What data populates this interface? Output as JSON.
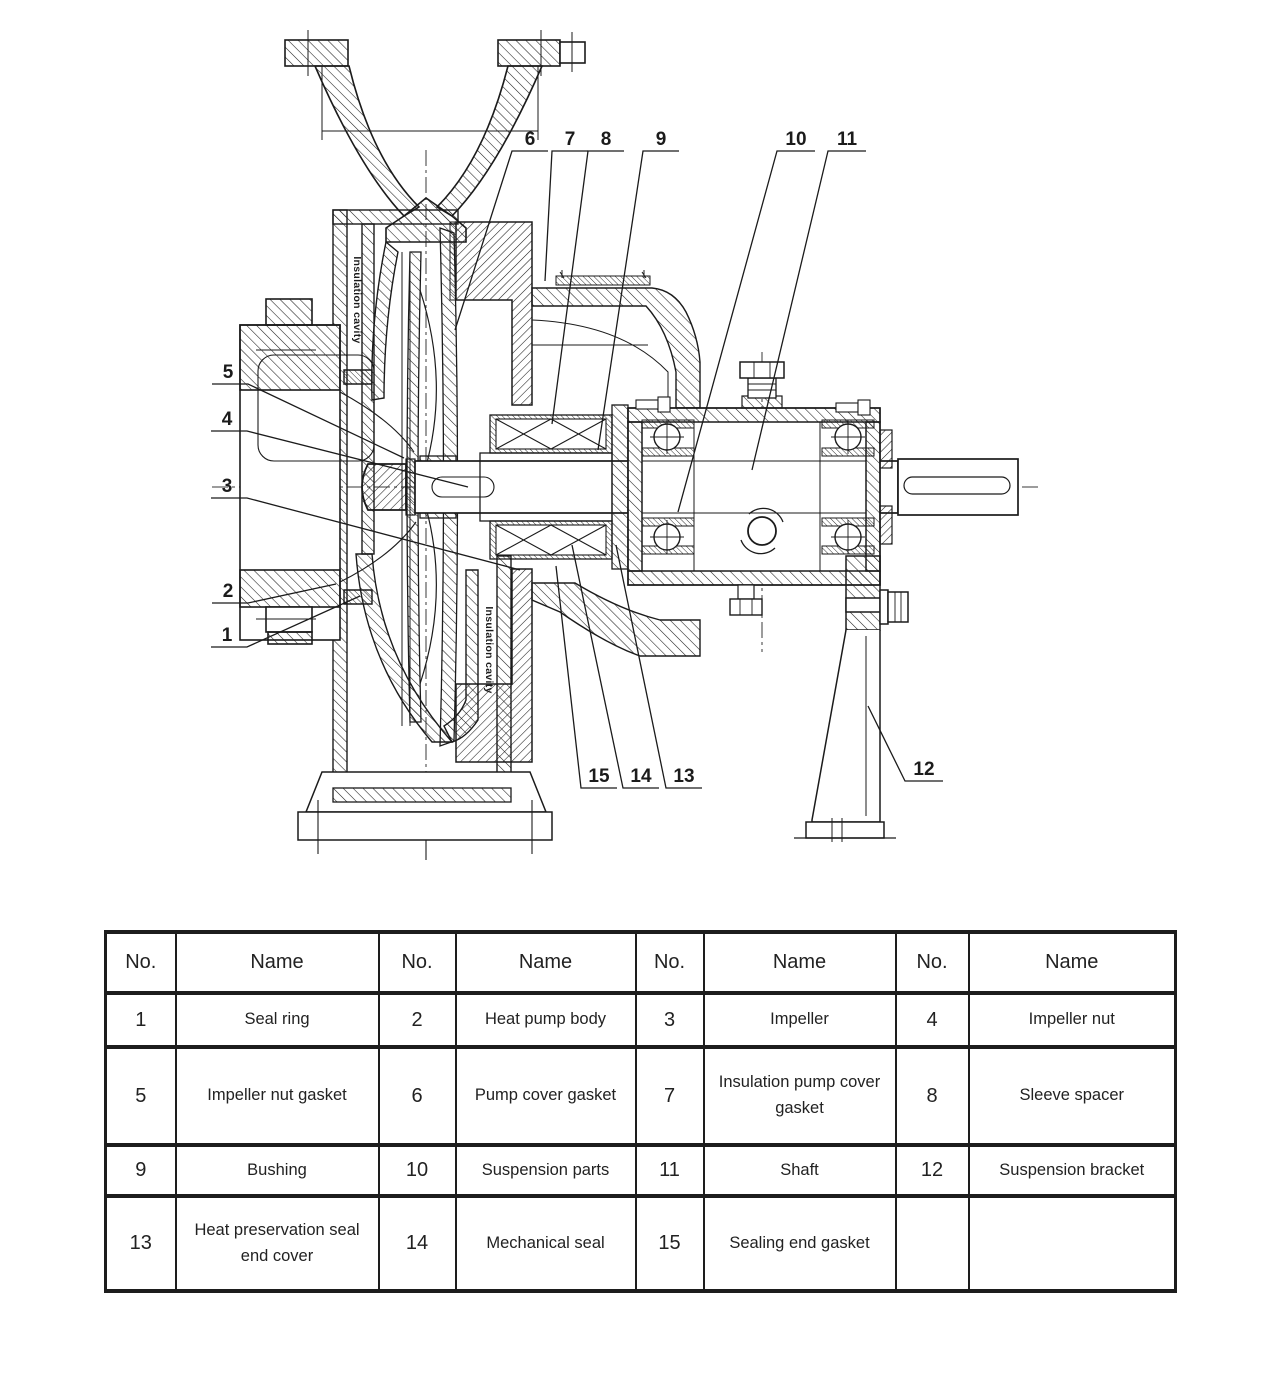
{
  "diagram": {
    "callouts": {
      "c1": "1",
      "c2": "2",
      "c3": "3",
      "c4": "4",
      "c5": "5",
      "c6": "6",
      "c7": "7",
      "c8": "8",
      "c9": "9",
      "c10": "10",
      "c11": "11",
      "c12": "12",
      "c13": "13",
      "c14": "14",
      "c15": "15"
    },
    "labels": {
      "insulation_upper": "Insulation cavity",
      "insulation_lower": "Insulation cavity"
    }
  },
  "table": {
    "headers": [
      "No.",
      "Name",
      "No.",
      "Name",
      "No.",
      "Name",
      "No.",
      "Name"
    ],
    "rows": [
      [
        "1",
        "Seal ring",
        "2",
        "Heat pump body",
        "3",
        "Impeller",
        "4",
        "Impeller nut"
      ],
      [
        "5",
        "Impeller nut gasket",
        "6",
        "Pump cover gasket",
        "7",
        "Insulation pump cover gasket",
        "8",
        "Sleeve spacer"
      ],
      [
        "9",
        "Bushing",
        "10",
        "Suspension parts",
        "11",
        "Shaft",
        "12",
        "Suspension bracket"
      ],
      [
        "13",
        "Heat preservation seal end cover",
        "14",
        "Mechanical seal",
        "15",
        "Sealing end gasket",
        "",
        ""
      ]
    ]
  }
}
